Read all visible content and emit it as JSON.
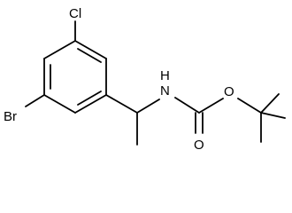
{
  "molecule": {
    "atoms": {
      "cl": "Cl",
      "br": "Br",
      "nh": "N",
      "nh_h": "H",
      "o_carbonyl": "O",
      "o_ester": "O"
    }
  }
}
